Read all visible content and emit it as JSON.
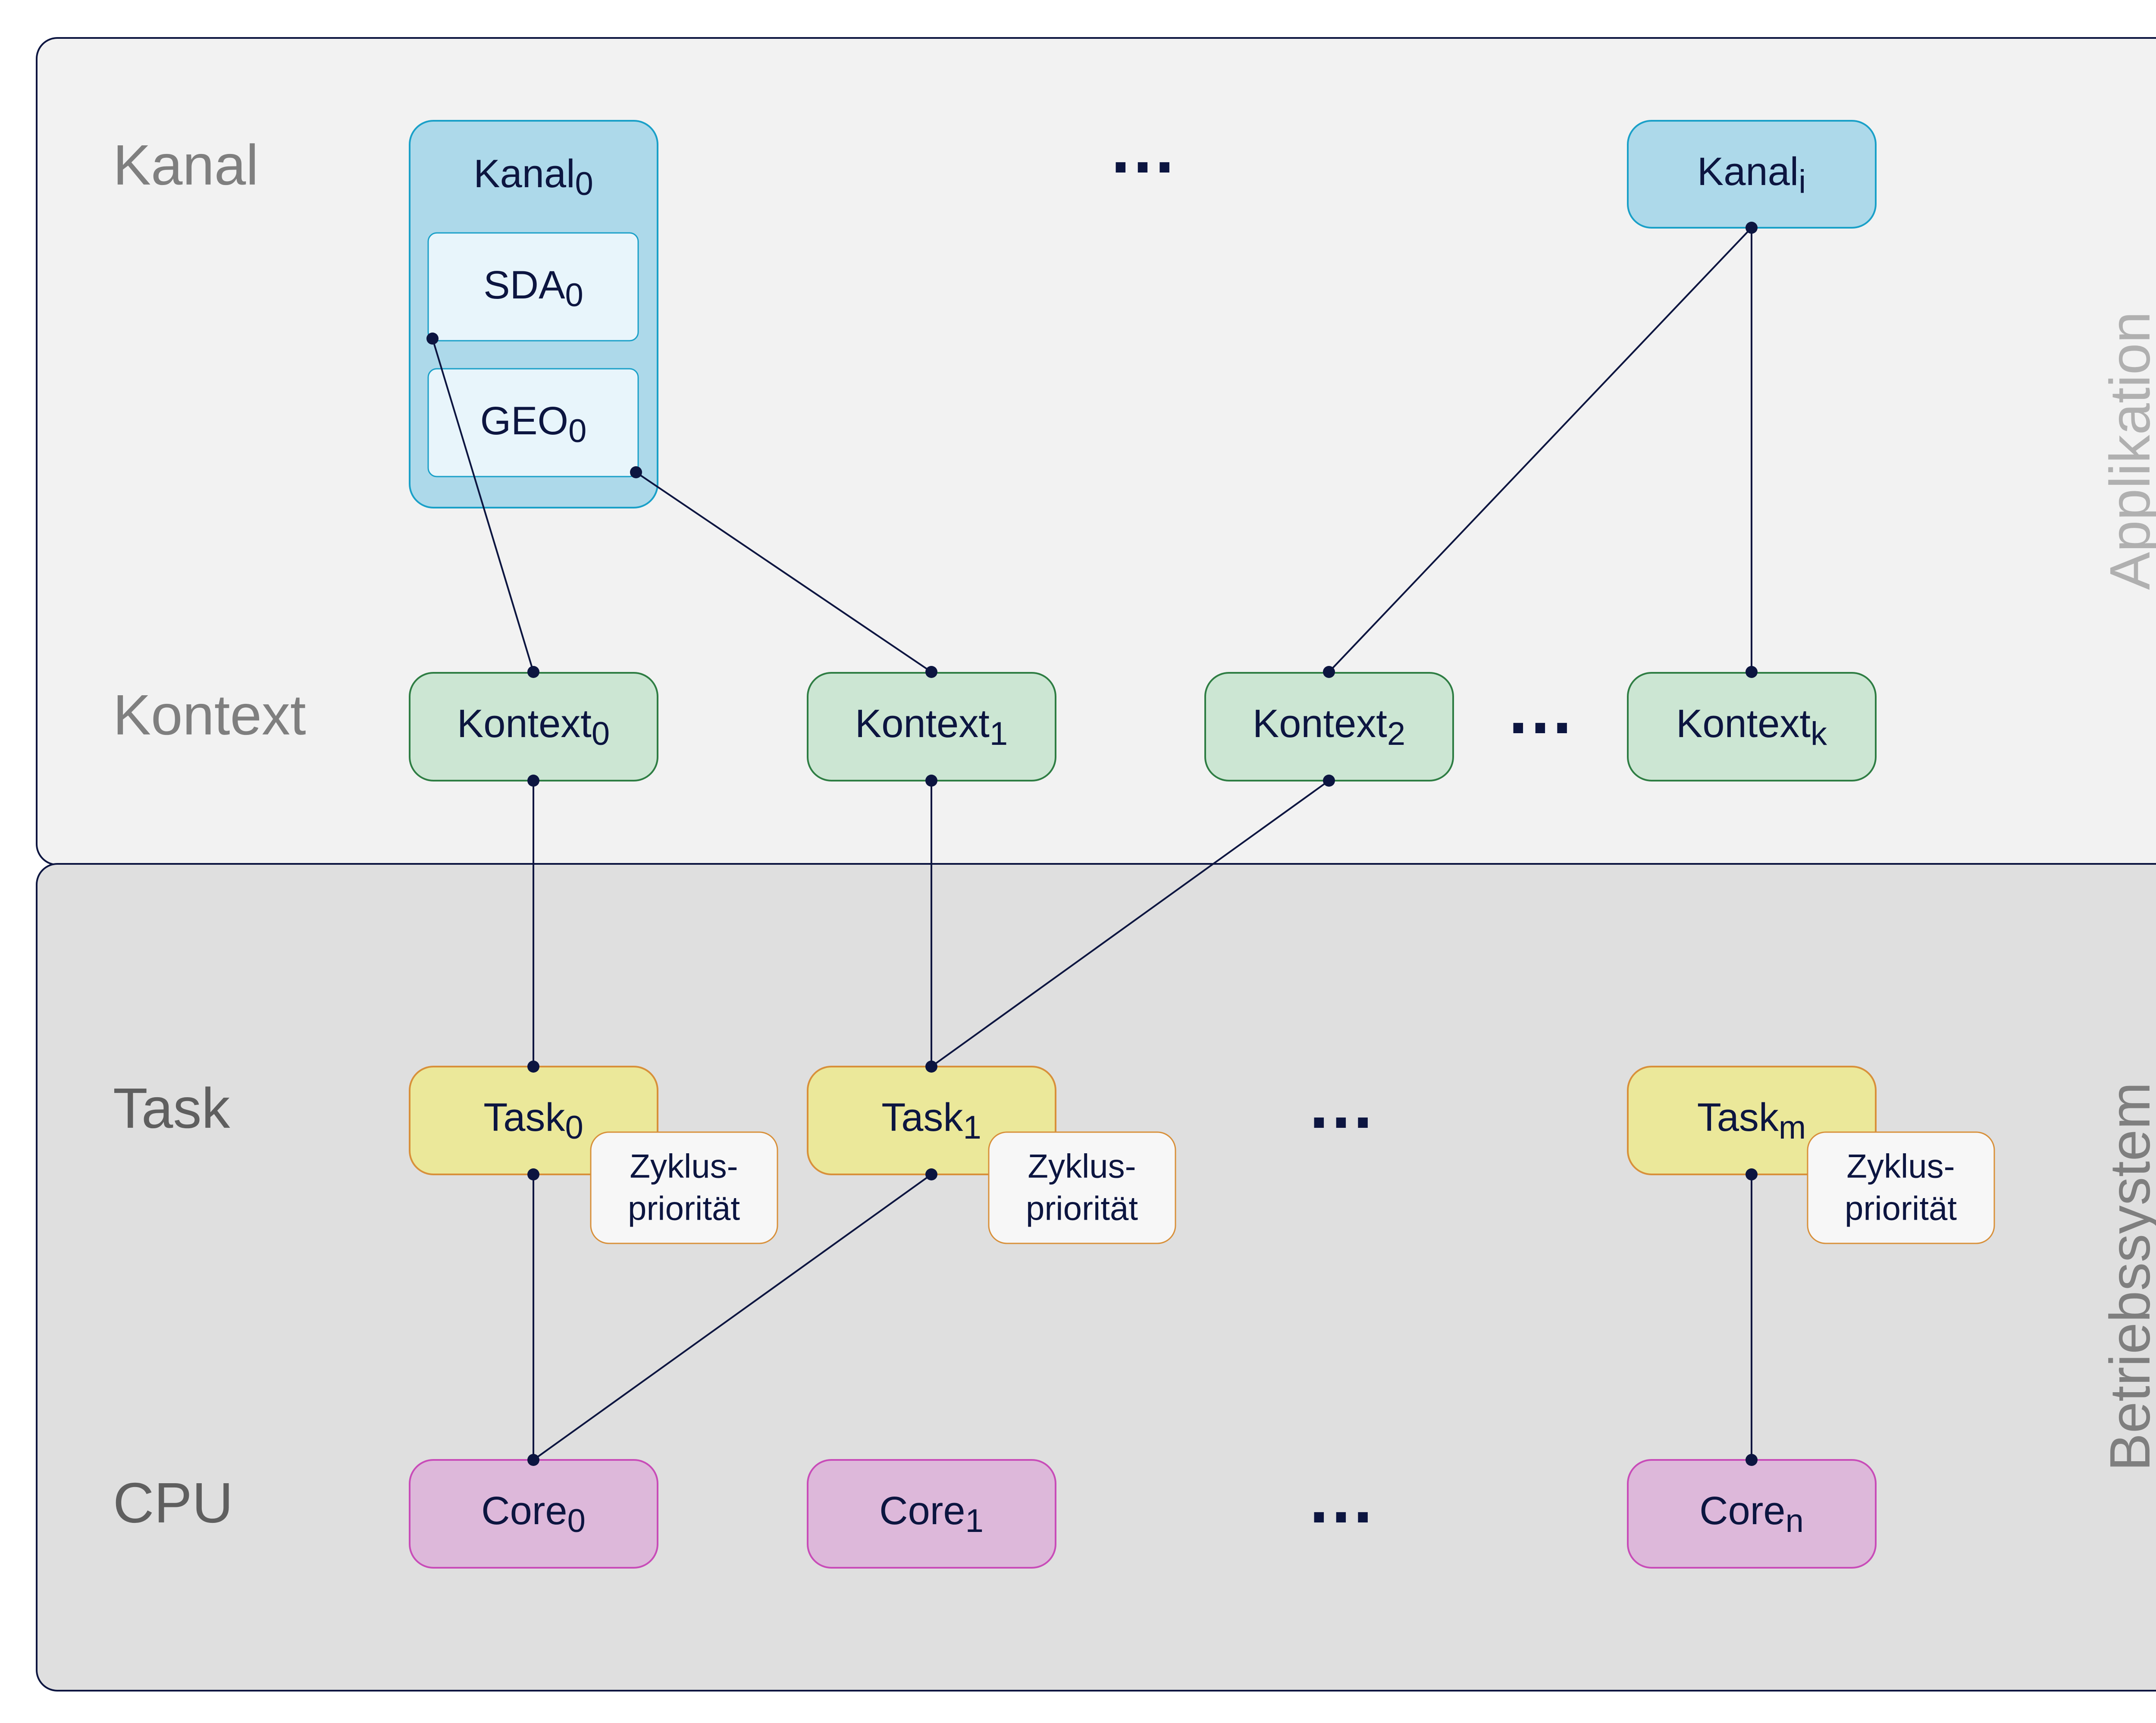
{
  "panels": {
    "application": {
      "label": "Applikation",
      "fill": "#f2f2f2"
    },
    "os": {
      "label": "Betriebssystem",
      "fill": "#dfdfdf"
    }
  },
  "row_labels": {
    "kanal": "Kanal",
    "kontext": "Kontext",
    "task": "Task",
    "cpu": "CPU"
  },
  "ellipsis": "…",
  "kanal": [
    {
      "base": "Kanal",
      "sub": "0"
    },
    {
      "base": "Kanal",
      "sub": "i"
    }
  ],
  "kanal_children": [
    {
      "base": "SDA",
      "sub": "0"
    },
    {
      "base": "GEO",
      "sub": "0"
    }
  ],
  "kontexte": [
    {
      "base": "Kontext",
      "sub": "0"
    },
    {
      "base": "Kontext",
      "sub": "1"
    },
    {
      "base": "Kontext",
      "sub": "2"
    },
    {
      "base": "Kontext",
      "sub": "k"
    }
  ],
  "tasks": [
    {
      "base": "Task",
      "sub": "0"
    },
    {
      "base": "Task",
      "sub": "1"
    },
    {
      "base": "Task",
      "sub": "m"
    }
  ],
  "zyklus": {
    "line1": "Zyklus-",
    "line2": "priorität"
  },
  "cores": [
    {
      "base": "Core",
      "sub": "0"
    },
    {
      "base": "Core",
      "sub": "1"
    },
    {
      "base": "Core",
      "sub": "n"
    }
  ],
  "colors": {
    "kanal_fill": "#add9ea",
    "kanal_stroke": "#1aa0c8",
    "inner_fill": "#e8f5fb",
    "kontext_fill": "#cce6d3",
    "kontext_stroke": "#2e7d43",
    "task_fill": "#ebe89a",
    "task_stroke": "#d8903a",
    "zyklus_fill": "#f7f7f7",
    "core_fill": "#ddb8da",
    "core_stroke": "#c84cb8",
    "line": "#0c1540",
    "text": "#0c1540",
    "label_gray": "#7f7f7f"
  }
}
